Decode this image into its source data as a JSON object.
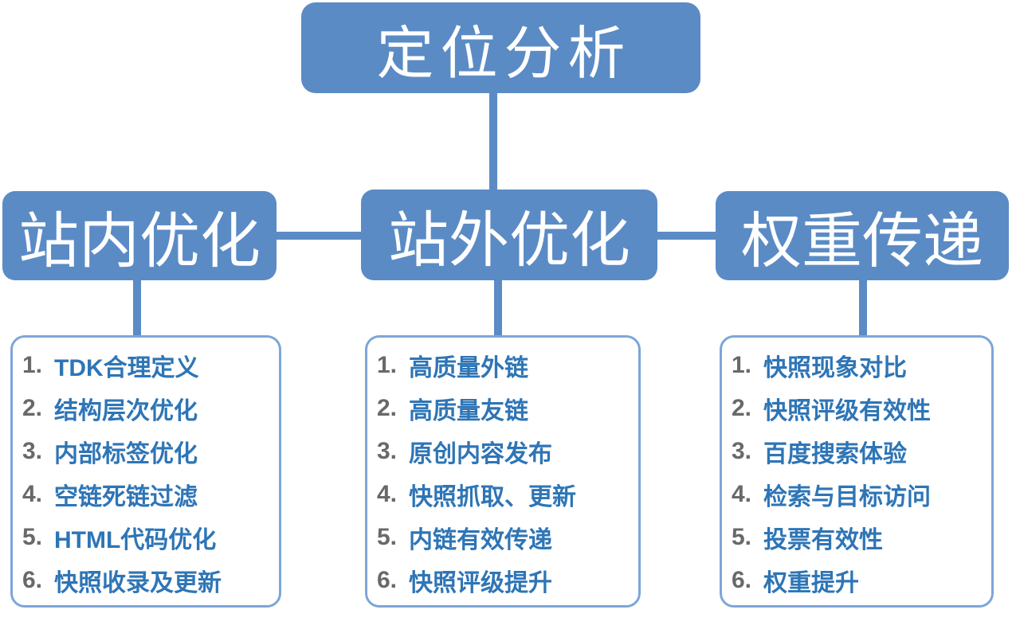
{
  "diagram": {
    "title_node": {
      "label": "定位分析"
    },
    "colors": {
      "node_fill": "#5b8bc5",
      "list_border": "#7da6d8",
      "item_text_blue": "#2e75b6",
      "item_number_gray": "#696969",
      "node_text_white": "#ffffff"
    },
    "branches": [
      {
        "label": "站内优化",
        "items": [
          {
            "num": "1.",
            "text": "TDK合理定义"
          },
          {
            "num": "2.",
            "text": "结构层次优化"
          },
          {
            "num": "3.",
            "text": "内部标签优化"
          },
          {
            "num": "4.",
            "text": "空链死链过滤"
          },
          {
            "num": "5.",
            "text": "HTML代码优化"
          },
          {
            "num": "6.",
            "text": "快照收录及更新"
          }
        ]
      },
      {
        "label": "站外优化",
        "items": [
          {
            "num": "1.",
            "text": "高质量外链"
          },
          {
            "num": "2.",
            "text": "高质量友链"
          },
          {
            "num": "3.",
            "text": "原创内容发布"
          },
          {
            "num": "4.",
            "text": "快照抓取、更新"
          },
          {
            "num": "5.",
            "text": "内链有效传递"
          },
          {
            "num": "6.",
            "text": "快照评级提升"
          }
        ]
      },
      {
        "label": "权重传递",
        "items": [
          {
            "num": "1.",
            "text": "快照现象对比"
          },
          {
            "num": "2.",
            "text": "快照评级有效性"
          },
          {
            "num": "3.",
            "text": "百度搜索体验"
          },
          {
            "num": "4.",
            "text": "检索与目标访问"
          },
          {
            "num": "5.",
            "text": "投票有效性"
          },
          {
            "num": "6.",
            "text": "权重提升"
          }
        ]
      }
    ]
  }
}
